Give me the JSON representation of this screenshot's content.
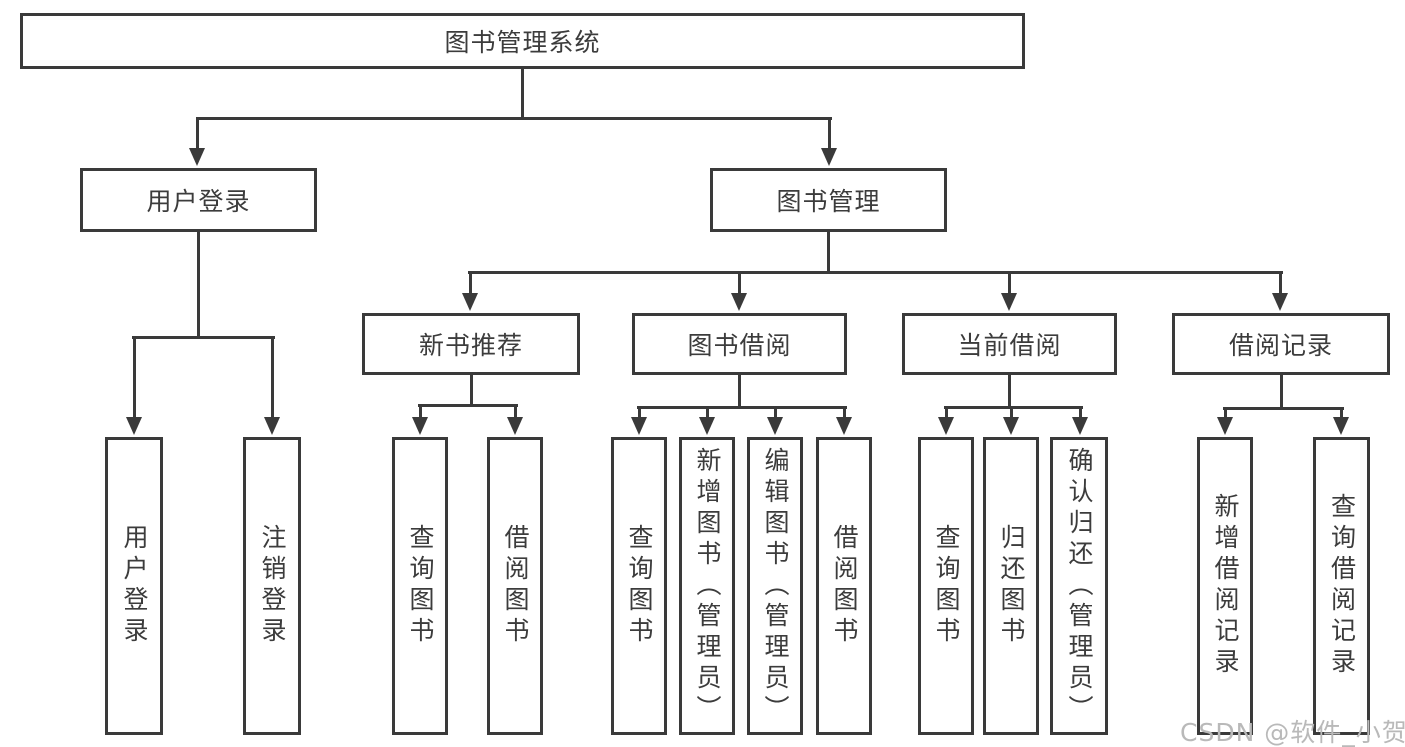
{
  "tree": {
    "root": {
      "label": "图书管理系统"
    },
    "branches": [
      {
        "label": "用户登录",
        "children": [
          {
            "label": "用户登录"
          },
          {
            "label": "注销登录"
          }
        ]
      },
      {
        "label": "图书管理",
        "children": [
          {
            "label": "新书推荐",
            "children": [
              {
                "label": "查询图书"
              },
              {
                "label": "借阅图书"
              }
            ]
          },
          {
            "label": "图书借阅",
            "children": [
              {
                "label": "查询图书"
              },
              {
                "label": "新增图书（管理员）"
              },
              {
                "label": "编辑图书（管理员）"
              },
              {
                "label": "借阅图书"
              }
            ]
          },
          {
            "label": "当前借阅",
            "children": [
              {
                "label": "查询图书"
              },
              {
                "label": "归还图书"
              },
              {
                "label": "确认归还（管理员）"
              }
            ]
          },
          {
            "label": "借阅记录",
            "children": [
              {
                "label": "新增借阅记录"
              },
              {
                "label": "查询借阅记录"
              }
            ]
          }
        ]
      }
    ]
  },
  "watermark": {
    "text": "CSDN @软件_小贺同学"
  },
  "colors": {
    "line": "#3a3a3a",
    "text": "#3c3c3c",
    "background": "#ffffff",
    "watermark": "#b9b9b9"
  }
}
